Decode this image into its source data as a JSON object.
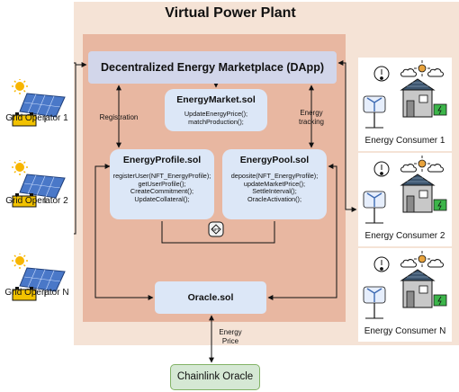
{
  "title": "Virtual Power Plant",
  "dapp": {
    "label": "Decentralized Energy Marketplace (DApp)"
  },
  "energy_market": {
    "title": "EnergyMarket.sol",
    "functions": [
      "UpdateEnergyPrice();",
      "matchProduction();"
    ]
  },
  "energy_profile": {
    "title": "EnergyProfile.sol",
    "functions": [
      "registerUser(NFT_EnergyProfile);",
      "getUserProfile();",
      "CreateCommitment();",
      "UpdateCollateral();"
    ]
  },
  "energy_pool": {
    "title": "EnergyPool.sol",
    "functions": [
      "deposite(NFT_EnergyProfile);",
      "updateMarketPrice();",
      "SettleInterval();",
      "OracleActivation();"
    ]
  },
  "oracle": {
    "label": "Oracle.sol"
  },
  "chainlink": {
    "label": "Chainlink Oracle"
  },
  "edge_labels": {
    "registration": "Registration",
    "energy_tracking": "Energy tracking",
    "energy_price": "Energy Price"
  },
  "nft_badge": "NFT",
  "grid_operators": [
    "Grid Operator 1",
    "Grid Operator 2",
    "Grid Operator N"
  ],
  "consumers": [
    "Energy Consumer 1",
    "Energy Consumer 2",
    "Energy Consumer N"
  ],
  "colors": {
    "outer_bg": "#f5e3d6",
    "inner_bg": "#e8b7a1",
    "dapp": "#d2d6ea",
    "contract": "#dce7f7",
    "chainlink_fill": "#d5e8d4",
    "chainlink_border": "#82b366"
  },
  "icons": [
    "sun-icon",
    "solar-panel-icon",
    "battery-icon",
    "house-icon",
    "wind-turbine-icon",
    "cloud-icon",
    "gauge-icon",
    "nft-icon"
  ]
}
